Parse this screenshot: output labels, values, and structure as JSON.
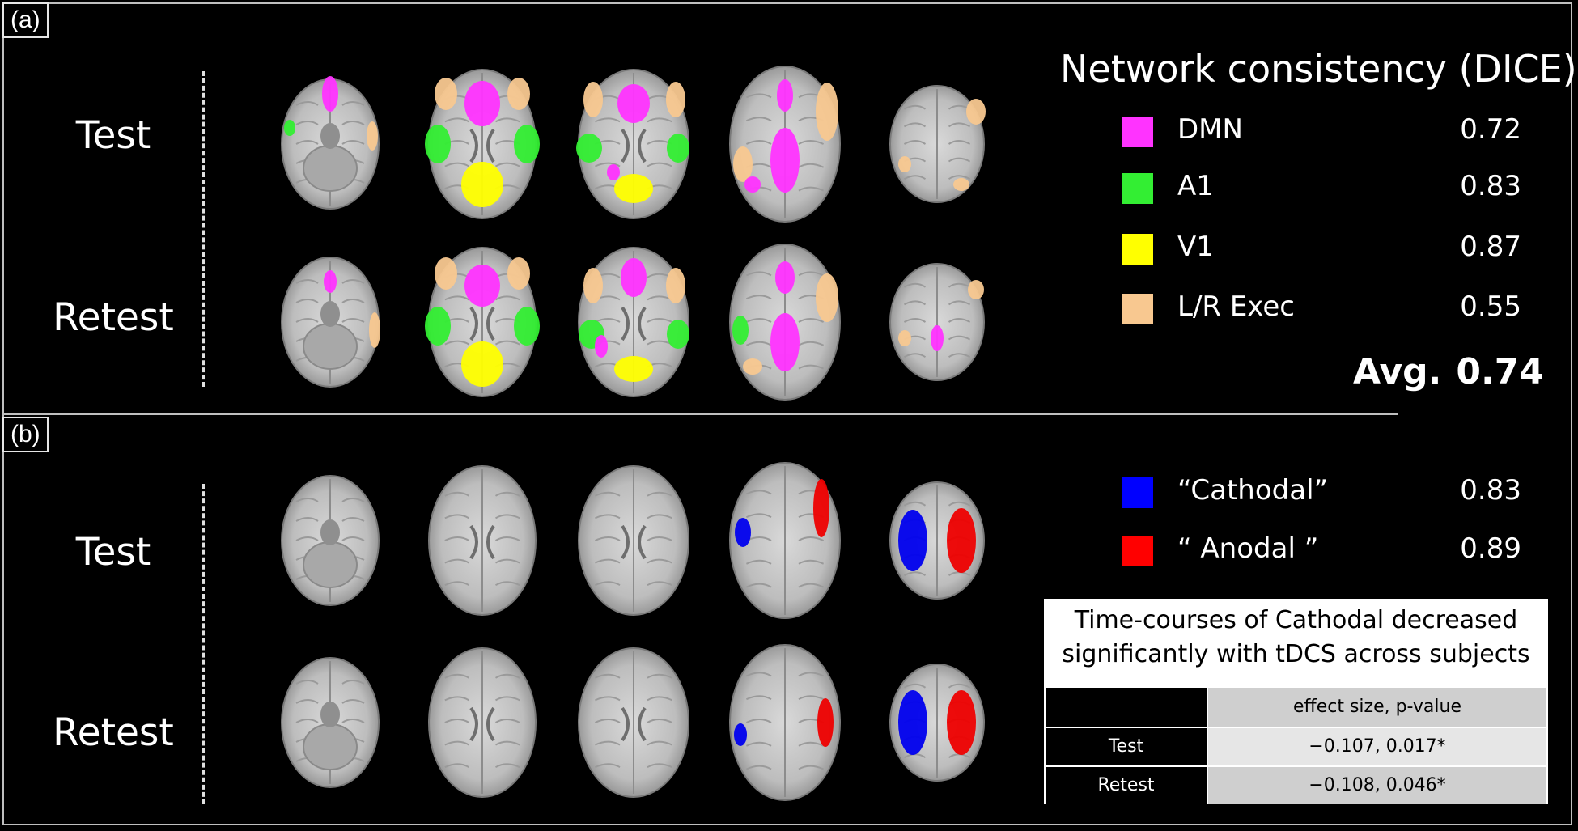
{
  "panels": [
    {
      "tag": "(a)"
    },
    {
      "tag": "(b)"
    }
  ],
  "row_labels": {
    "a_test": "Test",
    "a_retest": "Retest",
    "b_test": "Test",
    "b_retest": "Retest"
  },
  "legend_a": {
    "title": "Network consistency (DICE)",
    "items": [
      {
        "label": "DMN",
        "value": "0.72",
        "color": "#ff33ff"
      },
      {
        "label": "A1",
        "value": "0.83",
        "color": "#33ee33"
      },
      {
        "label": "V1",
        "value": "0.87",
        "color": "#ffff00"
      },
      {
        "label": "L/R Exec",
        "value": "0.55",
        "color": "#f8c890"
      }
    ],
    "avg_label": "Avg.",
    "avg_value": "0.74"
  },
  "legend_b": {
    "items": [
      {
        "label": "“Cathodal”",
        "value": "0.83",
        "color": "#0000ff"
      },
      {
        "label": "“ Anodal  ”",
        "value": "0.89",
        "color": "#ff0000"
      }
    ]
  },
  "table": {
    "title_line1": "Time-courses of Cathodal decreased",
    "title_line2": "significantly with tDCS across subjects",
    "header": "effect size, p-value",
    "rows": [
      {
        "label": "Test",
        "value": "−0.107, 0.017*"
      },
      {
        "label": "Retest",
        "value": "−0.108, 0.046*"
      }
    ]
  }
}
